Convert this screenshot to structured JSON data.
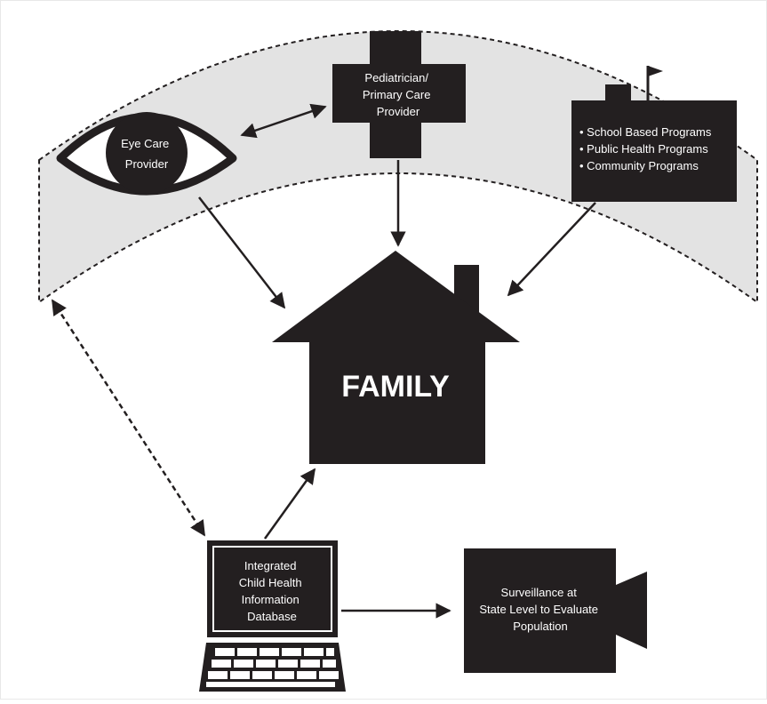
{
  "nodes": {
    "eye_care": {
      "lines": [
        "Eye Care",
        "Provider"
      ],
      "icon": "eye-icon"
    },
    "pediatrician": {
      "lines": [
        "Pediatrician/",
        "Primary Care",
        "Provider"
      ],
      "icon": "medical-cross-icon"
    },
    "programs": {
      "lines": [
        "• School Based Programs",
        "• Public Health Programs",
        "• Community Programs"
      ],
      "icon": "school-building-icon"
    },
    "family": {
      "label": "FAMILY",
      "icon": "house-icon"
    },
    "database": {
      "lines": [
        "Integrated",
        "Child Health",
        "Information",
        "Database"
      ],
      "icon": "laptop-icon"
    },
    "surveillance": {
      "lines": [
        "Surveillance at",
        "State Level to Evaluate",
        "Population"
      ],
      "icon": "video-camera-icon"
    }
  },
  "colors": {
    "shape_fill": "#231f20",
    "band_fill": "#e3e3e3",
    "text_on_shape": "#ffffff"
  }
}
